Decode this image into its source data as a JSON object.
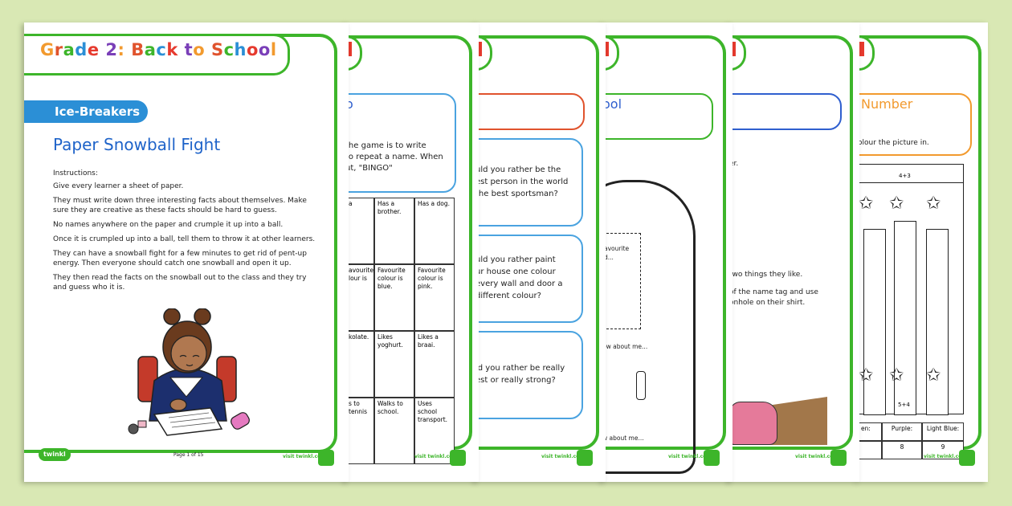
{
  "page1": {
    "title": "Grade 2: Back to School",
    "section_tab": "Ice-Breakers",
    "heading": "Paper Snowball Fight",
    "instructions_label": "Instructions:",
    "paragraphs": [
      "Give every learner a sheet of paper.",
      "They must write down three interesting facts about themselves. Make sure they are creative as these facts should be hard to guess.",
      "No names anywhere on the paper and crumple it up into a ball.",
      "Once it is crumpled up into a ball, tell them to throw it at other learners.",
      "They can have a snowball fight for a few minutes to get rid of pent-up energy. Then everyone should catch one snowball and open it up.",
      "They then read the facts on the snowball out to the class and they try and guess who it is."
    ],
    "page_number": "Page 1 of 15",
    "url": "visit twinkl.co.za",
    "logo": "twinkl"
  },
  "page2": {
    "bubble_letter": "o",
    "intro": [
      "the game is to write",
      "to repeat a name. When",
      "ut, \"BINGO\""
    ],
    "cells": [
      [
        "a",
        "Has a brother.",
        "Has a dog."
      ],
      [
        "avourite lour is",
        "Favourite colour is blue.",
        "Favourite colour is pink."
      ],
      [
        "kolate.",
        "Likes yoghurt.",
        "Likes a braai."
      ],
      [
        "s to tennis",
        "Walks to school.",
        "Uses school transport."
      ]
    ],
    "url": "visit twinkl.co.za"
  },
  "page3": {
    "q1": [
      "uld you rather be the",
      "est person in the world",
      "the best sportsman?"
    ],
    "q2": [
      "uld you rather paint",
      "ur house one colour",
      "every wall and door a",
      "different colour?"
    ],
    "q3": [
      "ld you rather be really",
      "est or really strong?"
    ],
    "url": "visit twinkl.co.za"
  },
  "page4": {
    "header_frag": "ool",
    "label1": [
      "avourite",
      "d..."
    ],
    "label2": "ow about me...",
    "label3": "w about me...",
    "url": "visit twinkl.co.za"
  },
  "page5": {
    "frag1": "er.",
    "frag2": "two things they like.",
    "frag3": [
      "of the name tag and use",
      "onhole on their shirt."
    ],
    "url": "visit twinkl.co.za"
  },
  "page6": {
    "header_frag": "Number",
    "instruction": "olour the picture in.",
    "sums_top": "4+3",
    "sums_bottom": "5+4",
    "table_headers": [
      "en:",
      "Purple:",
      "Light Blue:"
    ],
    "table_values": [
      "",
      "8",
      "9"
    ],
    "url": "visit twinkl.co.za"
  }
}
